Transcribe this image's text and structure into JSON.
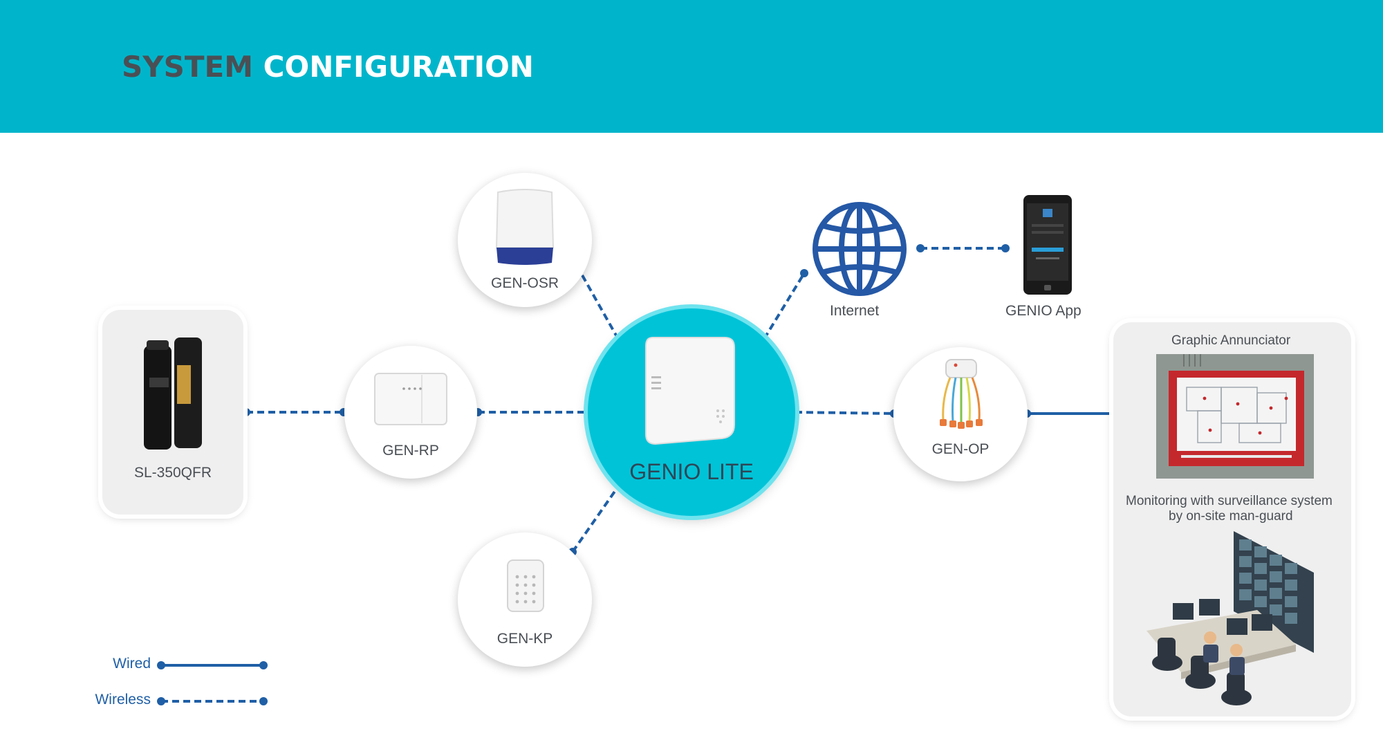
{
  "header": {
    "title_part1": "SYSTEM",
    "title_part2": "CONFIGURATION"
  },
  "colors": {
    "header_bg": "#00b5cb",
    "hub": "#00c3d8",
    "link": "#1f5fa6",
    "title_dark": "#4a4f55"
  },
  "hub": {
    "label": "GENIO LITE"
  },
  "nodes": {
    "osr": {
      "label": "GEN-OSR"
    },
    "rp": {
      "label": "GEN-RP"
    },
    "kp": {
      "label": "GEN-KP"
    },
    "op": {
      "label": "GEN-OP"
    },
    "sensor": {
      "label": "SL-350QFR"
    },
    "internet": {
      "label": "Internet"
    },
    "app": {
      "label": "GENIO App"
    }
  },
  "monitoring": {
    "annunciator_label": "Graphic Annunciator",
    "surveillance_label_line1": "Monitoring with surveillance system",
    "surveillance_label_line2": "by on-site man-guard"
  },
  "legend": {
    "wired": "Wired",
    "wireless": "Wireless"
  },
  "connections": [
    {
      "from": "SL-350QFR",
      "to": "GEN-RP",
      "type": "wireless"
    },
    {
      "from": "GEN-RP",
      "to": "GENIO LITE",
      "type": "wireless"
    },
    {
      "from": "GEN-OSR",
      "to": "GENIO LITE",
      "type": "wireless"
    },
    {
      "from": "GEN-KP",
      "to": "GENIO LITE",
      "type": "wireless"
    },
    {
      "from": "GENIO LITE",
      "to": "Internet",
      "type": "wireless"
    },
    {
      "from": "Internet",
      "to": "GENIO App",
      "type": "wireless"
    },
    {
      "from": "GENIO LITE",
      "to": "GEN-OP",
      "type": "wireless"
    },
    {
      "from": "GEN-OP",
      "to": "Graphic Annunciator",
      "type": "wired"
    }
  ]
}
